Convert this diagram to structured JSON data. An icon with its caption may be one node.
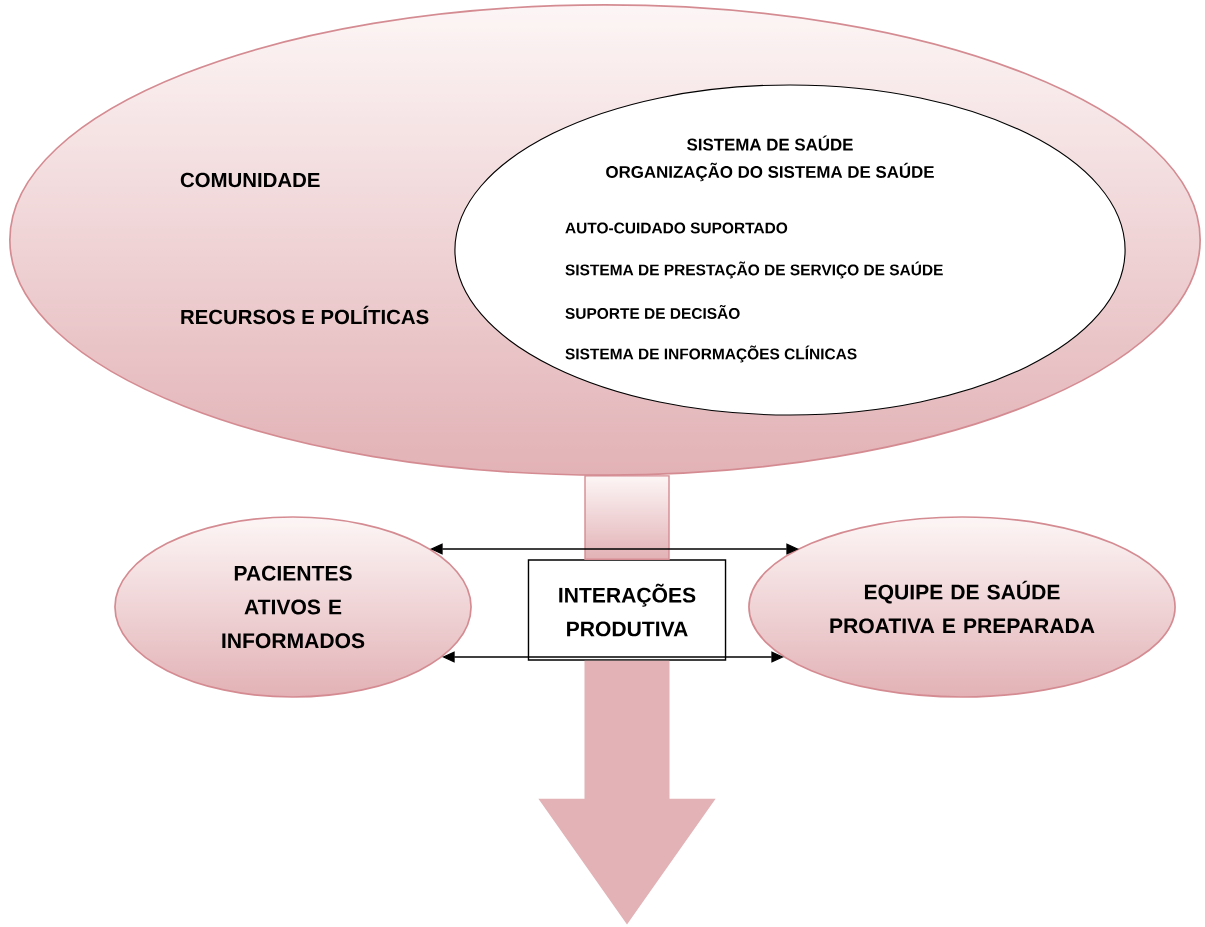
{
  "diagram": {
    "nodes": [
      {
        "text": [
          "COMUNIDADE",
          "RECURSOS E POLÍTICAS"
        ]
      },
      {
        "text": [
          "SISTEMA DE SAÚDE",
          "ORGANIZAÇÃO DO SISTEMA DE SAÚDE",
          "AUTO-CUIDADO SUPORTADO",
          "SISTEMA DE PRESTAÇÃO DE SERVIÇO DE SAÚDE",
          "SUPORTE DE DECISÃO",
          "SISTEMA DE INFORMAÇÕES CLÍNICAS"
        ],
        "in": 0
      },
      {
        "text": [
          "PACIENTES ATIVOS E INFORMADOS"
        ]
      },
      {
        "text": [
          "INTERAÇÕES PRODUTIVA"
        ]
      },
      {
        "text": [
          "EQUIPE DE SAÚDE PROATIVA E PREPARADA"
        ]
      }
    ],
    "edges": [
      {
        "from": 0,
        "to": 3,
        "arrow": "none",
        "style": "thick",
        "color": "#e2b2b6"
      },
      {
        "from": 3,
        "to": null,
        "arrow": "to",
        "style": "thick",
        "color": "#e2b2b6"
      },
      {
        "from": 2,
        "to": 4,
        "arrow": "both"
      },
      {
        "from": 2,
        "to": 4,
        "arrow": "both"
      }
    ]
  }
}
